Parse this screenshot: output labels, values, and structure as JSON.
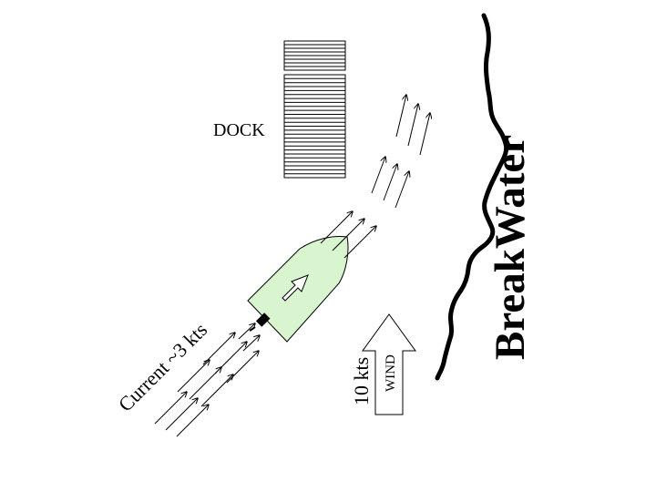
{
  "labels": {
    "dock": "DOCK",
    "breakwater": "BreakWater",
    "current": "Current ~3 kts",
    "wind_speed": "10 kts",
    "wind": "WIND"
  },
  "colors": {
    "boat_fill": "#d9f5d0",
    "ink": "#000000",
    "background": "#ffffff"
  }
}
